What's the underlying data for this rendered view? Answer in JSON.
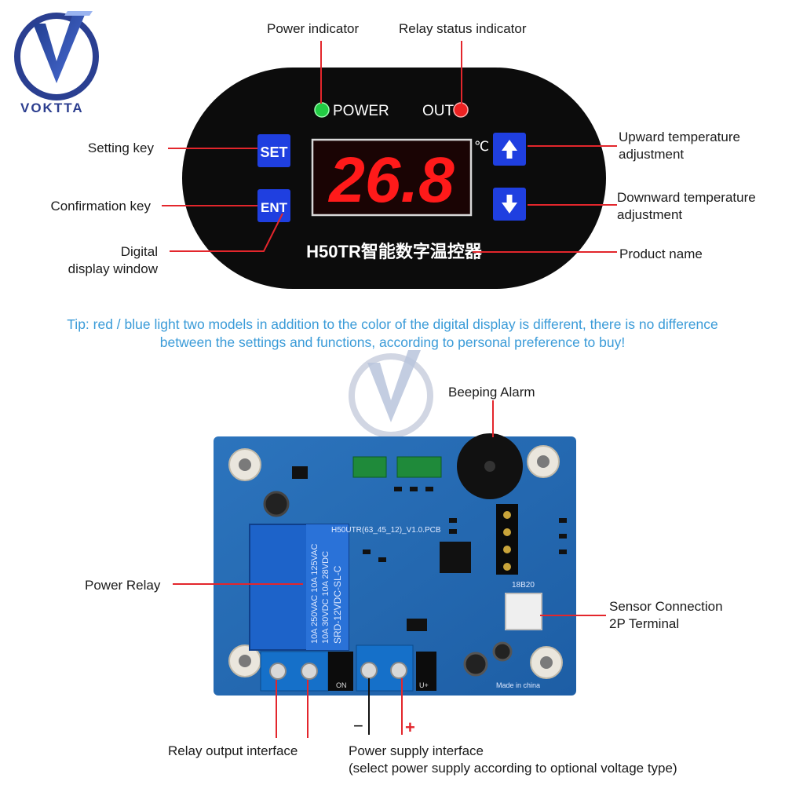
{
  "brand": {
    "name": "VOKTTA"
  },
  "controller": {
    "power_text": "POWER",
    "out_text": "OUT",
    "set_key": "SET",
    "ent_key": "ENT",
    "display_value": "26.8",
    "unit": "℃",
    "product_name": "H50TR智能数字温控器",
    "colors": {
      "power_led": "#22cc44",
      "out_led": "#ee2222",
      "segment": "#ff1a1a",
      "key": "#1f3fe0"
    }
  },
  "callouts_top": {
    "power_indicator": "Power indicator",
    "relay_status_indicator": "Relay status indicator",
    "setting_key": "Setting key",
    "confirmation_key": "Confirmation key",
    "digital_display_line1": "Digital",
    "digital_display_line2": "display window",
    "upward_line1": "Upward temperature",
    "upward_line2": "adjustment",
    "downward_line1": "Downward temperature",
    "downward_line2": "adjustment",
    "product_name": "Product name"
  },
  "tip": {
    "line1": "Tip: red / blue light two models in addition to the color of the digital display is different, there is no difference",
    "line2": "between the settings and functions, according to personal preference to buy!"
  },
  "callouts_bottom": {
    "beeping_alarm": "Beeping Alarm",
    "power_relay": "Power Relay",
    "sensor_line1": "Sensor Connection",
    "sensor_line2": "2P Terminal",
    "relay_output": "Relay output interface",
    "power_supply_line1": "Power supply interface",
    "power_supply_line2": "(select power supply according to optional voltage type)",
    "minus": "−",
    "plus": "+"
  },
  "board": {
    "relay_text": [
      "10A 250VAC 10A 125VAC",
      "10A 30VDC 10A 28VDC",
      "SRD-12VDC-SL-C"
    ],
    "pcb_name": "H50UTR(63_45_12)_V1.0.PCB",
    "made_in": "Made in china",
    "on_label": "ON",
    "u_plus": "U+",
    "sensor_label": "18B20"
  }
}
